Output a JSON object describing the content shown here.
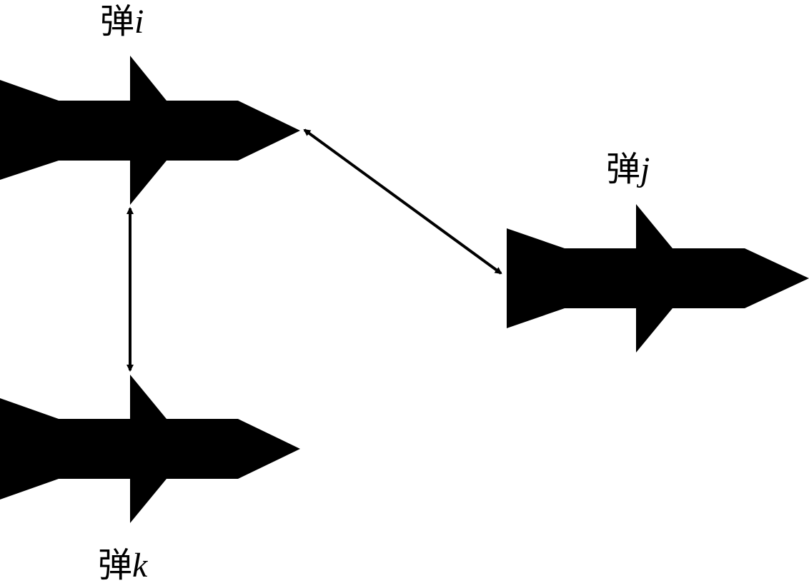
{
  "missiles": [
    {
      "id": "i",
      "label": {
        "prefix": "弹",
        "var": "i"
      }
    },
    {
      "id": "j",
      "label": {
        "prefix": "弹",
        "var": "j"
      }
    },
    {
      "id": "k",
      "label": {
        "prefix": "弹",
        "var": "k"
      }
    }
  ],
  "links": [
    {
      "from": "i",
      "to": "j",
      "type": "double-arrow"
    },
    {
      "from": "i",
      "to": "k",
      "type": "double-arrow"
    }
  ],
  "colors": {
    "missile_fill": "#000000",
    "arrow_stroke": "#000000",
    "background": "#ffffff"
  }
}
